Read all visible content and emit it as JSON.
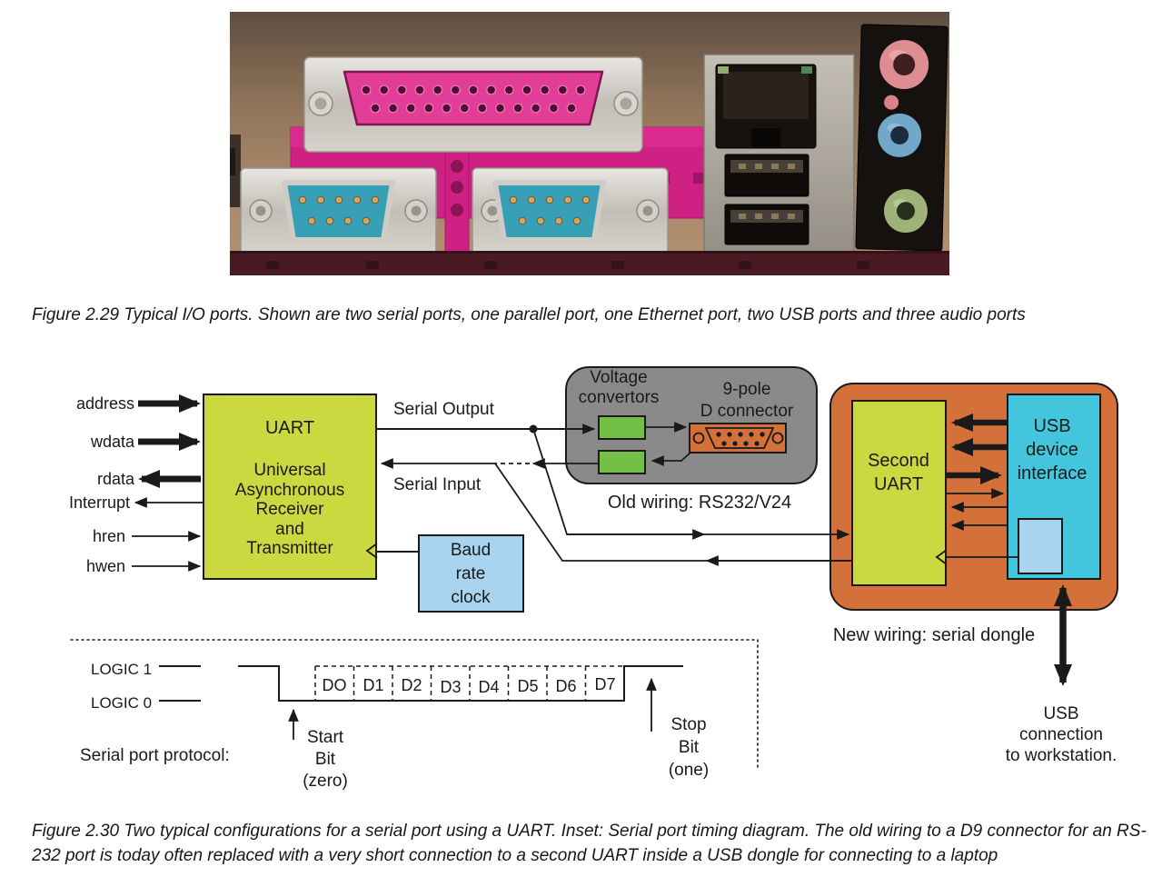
{
  "captions": {
    "fig_2_29": "Figure 2.29 Typical I/O ports. Shown are two serial ports, one parallel port, one Ethernet port, two USB ports and three audio ports",
    "fig_2_30": "Figure 2.30 Two typical configurations for a serial port using a UART. Inset: Serial port timing diagram. The old wiring to a D9 connector for an RS-232 port is today often replaced with a very short connection to a second UART inside a USB dongle for connecting to a laptop"
  },
  "uart": {
    "title": "UART",
    "subtitle": [
      "Universal",
      "Asynchronous",
      "Receiver",
      "and",
      "Transmitter"
    ],
    "signals": [
      "address",
      "wdata",
      "rdata",
      "Interrupt",
      "hren",
      "hwen"
    ]
  },
  "serial": {
    "output_label": "Serial Output",
    "input_label": "Serial Input"
  },
  "baud_clock": {
    "lines": [
      "Baud",
      "rate",
      "clock"
    ]
  },
  "old_wiring": {
    "voltage_convertors": [
      "Voltage",
      "convertors"
    ],
    "d_connector": [
      "9-pole",
      "D connector"
    ],
    "caption": "Old wiring: RS232/V24"
  },
  "new_wiring": {
    "second_uart": [
      "Second",
      "UART"
    ],
    "usb_interface": [
      "USB",
      "device",
      "interface"
    ],
    "caption": "New wiring: serial dongle",
    "usb_connection": [
      "USB",
      "connection",
      "to workstation."
    ]
  },
  "timing": {
    "logic_high": "LOGIC 1",
    "logic_low": "LOGIC 0",
    "data_bits": [
      "DO",
      "D1",
      "D2",
      "D3",
      "D4",
      "D5",
      "D6",
      "D7"
    ],
    "start_bit": [
      "Start",
      "Bit",
      "(zero)"
    ],
    "stop_bit": [
      "Stop",
      "Bit",
      "(one)"
    ],
    "protocol_label": "Serial port protocol:"
  },
  "colors": {
    "uart_yellow": "#cbd840",
    "clock_blue": "#a9d4ef",
    "gray_box": "#8a8a8a",
    "convertor_green": "#74c046",
    "dongle_orange": "#d4703a",
    "usb_cyan": "#44c5de",
    "photo_magenta": "#ce2183",
    "photo_pink_insert": "#e23e97",
    "photo_teal": "#38a0b6",
    "photo_board_maroon": "#4a1a23",
    "audio_pink": "#dd8c91",
    "audio_blue": "#72a7ca",
    "audio_green": "#9fb279"
  }
}
